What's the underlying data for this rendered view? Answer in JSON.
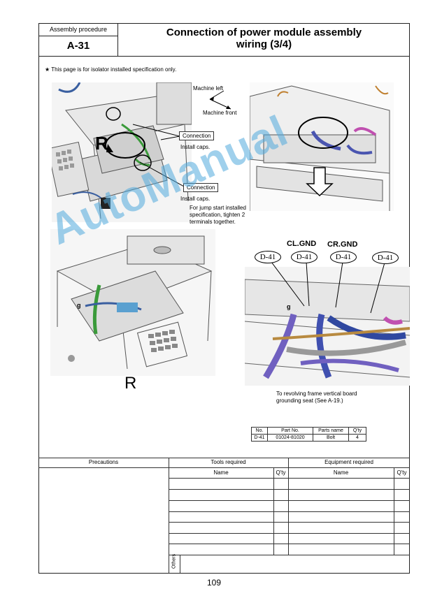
{
  "header": {
    "procedure_label": "Assembly procedure",
    "procedure_code": "A-31",
    "title_line1": "Connection of power module assembly",
    "title_line2": "wiring (3/4)"
  },
  "note": "★ This page is for isolator installed specification only.",
  "figure1": {
    "machine_left": "Machine left",
    "machine_front": "Machine front",
    "connection1": "Connection",
    "install_caps1": "Install caps.",
    "connection2": "Connection",
    "install_caps2": "Install caps.",
    "jump_start_line1": "For jump start installed",
    "jump_start_line2": "specification, tighten 2",
    "jump_start_line3": "terminals together.",
    "r_marker": "R"
  },
  "figure2": {
    "r_marker": "R",
    "small_g": "g"
  },
  "figure3": {
    "cl_gnd": "CL.GND",
    "cr_gnd": "CR.GND",
    "bolt_tags": [
      "D-41",
      "D-41",
      "D-41",
      "D-41"
    ],
    "caption_line1": "To revolving frame vertical board",
    "caption_line2": "grounding seat (See A-19.)"
  },
  "parts_table": {
    "headers": [
      "No.",
      "Part No.",
      "Parts name",
      "Q'ty"
    ],
    "rows": [
      [
        "D-41",
        "01024-81020",
        "Bolt",
        "4"
      ]
    ]
  },
  "bottom": {
    "precautions": "Precautions",
    "tools_required": "Tools required",
    "equipment_required": "Equipment required",
    "name": "Name",
    "qty": "Q'ty",
    "others": "Others"
  },
  "watermark": "AutoManual",
  "page_number": "109"
}
